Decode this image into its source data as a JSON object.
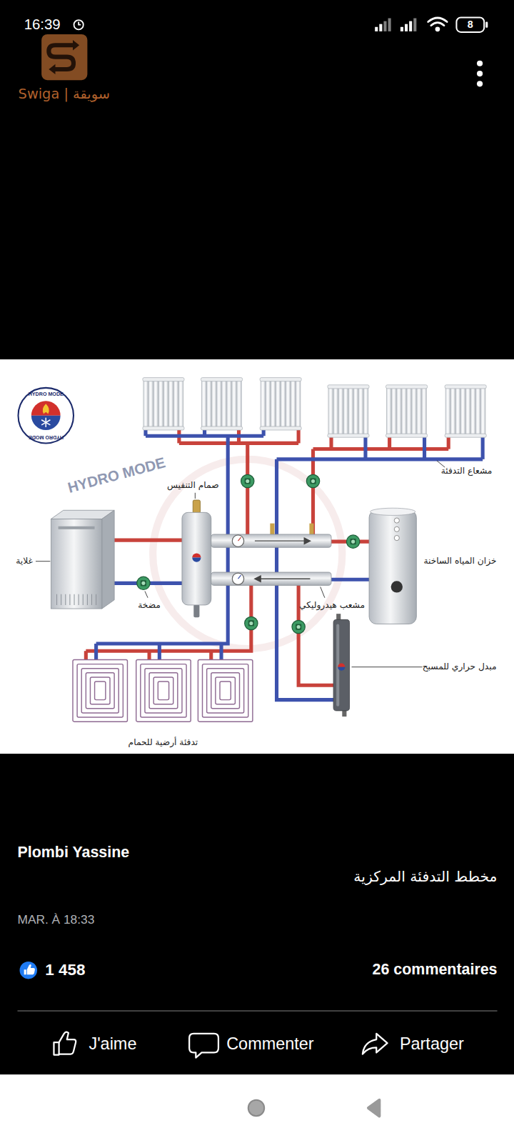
{
  "diagram": {
    "labels": [
      "16:39",
      "8",
      "Swiga | سويقة",
      "HYDRO MODE",
      "HYDRO MODE",
      "HYDRO MODE",
      "مشعاع التدفئة",
      "صمام التنفيس",
      "غلاية",
      "خزان المياه الساخنة",
      "مضخة",
      "مشعب هيدروليكي",
      "مبدل حراري للمسبح",
      "تدفئة أرضية للحمام",
      "Plombi Yassine",
      "مخطط التدفئة المركزية",
      "MAR. À 18:33",
      "1 458",
      "26 commentaires",
      "J'aime",
      "Commenter",
      "Partager"
    ]
  }
}
